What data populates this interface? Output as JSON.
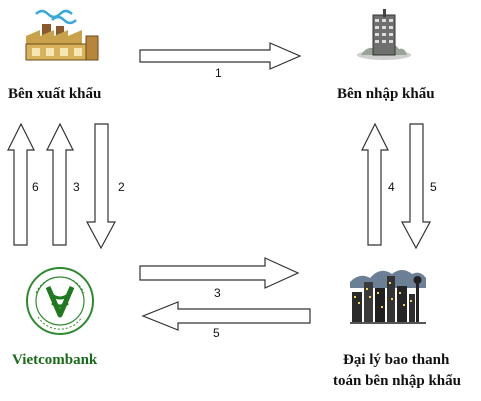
{
  "nodes": {
    "exporter": {
      "label": "Bên xuất khẩu",
      "icon": "factory-icon"
    },
    "importer": {
      "label": "Bên nhập khẩu",
      "icon": "skyscraper-icon"
    },
    "bank": {
      "label": "Vietcombank",
      "icon": "vietcombank-logo-icon",
      "color": "#1a6b1a"
    },
    "agent": {
      "label_line1": "Đại lý bao thanh",
      "label_line2": "toán bên nhập khẩu",
      "icon": "city-skyline-icon"
    }
  },
  "steps": {
    "s1": "1",
    "s2": "2",
    "s3_left": "3",
    "s3_bottom": "3",
    "s4": "4",
    "s5_right": "5",
    "s5_bottom": "5",
    "s6": "6"
  }
}
